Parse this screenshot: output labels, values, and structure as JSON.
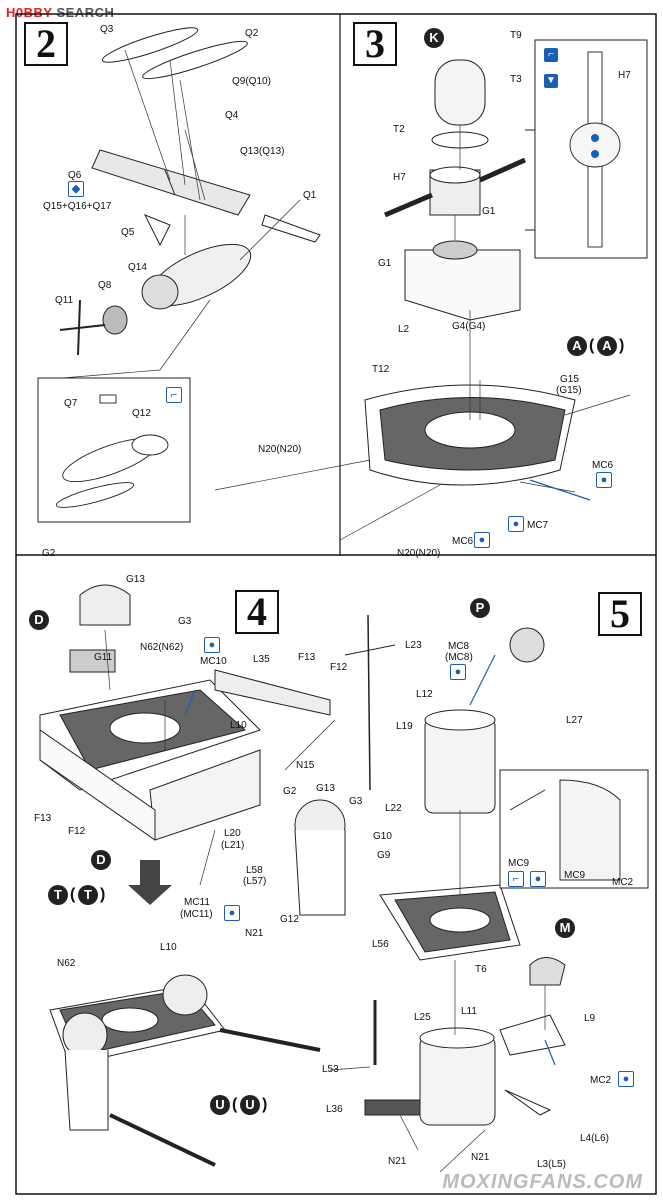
{
  "header": {
    "brand_red": "H0BBY",
    "brand_gray": "SEARCH"
  },
  "watermark": "MOXINGFANS.COM",
  "steps": {
    "s2": "2",
    "s3": "3",
    "s4": "4",
    "s5": "5"
  },
  "labels": {
    "q3": "Q3",
    "q2": "Q2",
    "q9": "Q9(Q10)",
    "q4": "Q4",
    "q13": "Q13(Q13)",
    "q6": "Q6",
    "q15": "Q15+Q16+Q17",
    "q1": "Q1",
    "q5": "Q5",
    "q14": "Q14",
    "q8": "Q8",
    "q11": "Q11",
    "q7": "Q7",
    "q12": "Q12",
    "t9": "T9",
    "t3": "T3",
    "t2": "T2",
    "h7a": "H7",
    "h7b": "H7",
    "g1a": "G1",
    "g1b": "G1",
    "l2": "L2",
    "g4": "G4(G4)",
    "t12": "T12",
    "g15": "G15",
    "g15b": "(G15)",
    "n20a": "N20(N20)",
    "mc6a": "MC6",
    "mc6b": "MC6",
    "mc7": "MC7",
    "n20b": "N20(N20)",
    "g2a": "G2",
    "g13a": "G13",
    "g3a": "G3",
    "g11": "G11",
    "n62a": "N62(N62)",
    "mc10": "MC10",
    "l35": "L35",
    "f13a": "F13",
    "f12a": "F12",
    "l10a": "L10",
    "n15": "N15",
    "g2b": "G2",
    "g13b": "G13",
    "g3b": "G3",
    "f13b": "F13",
    "f12b": "F12",
    "l20": "L20",
    "l21": "(L21)",
    "l58": "L58",
    "l57": "(L57)",
    "mc11": "MC11",
    "mc11b": "(MC11)",
    "n21a": "N21",
    "g12": "G12",
    "n62b": "N62",
    "l10b": "L10",
    "l23": "L23",
    "mc8": "MC8",
    "mc8b": "(MC8)",
    "l12": "L12",
    "l27": "L27",
    "l19": "L19",
    "l22": "L22",
    "g10": "G10",
    "g9": "G9",
    "mc9a": "MC9",
    "mc9b": "MC9",
    "mc2a": "MC2",
    "l56": "L56",
    "t6": "T6",
    "l25": "L25",
    "l11": "L11",
    "l9": "L9",
    "l53": "L53",
    "mc2b": "MC2",
    "l36": "L36",
    "l4": "L4(L6)",
    "l3": "L3(L5)",
    "n21b": "N21",
    "n21c": "N21"
  },
  "markers": {
    "k": "K",
    "a1": "A",
    "a2": "A",
    "d1": "D",
    "d2": "D",
    "p": "P",
    "t1": "T",
    "t2": "T",
    "m": "M",
    "u1": "U",
    "u2": "U"
  },
  "colors": {
    "accent": "#1a5fb4",
    "ink": "#111111",
    "deck": "#555555"
  }
}
